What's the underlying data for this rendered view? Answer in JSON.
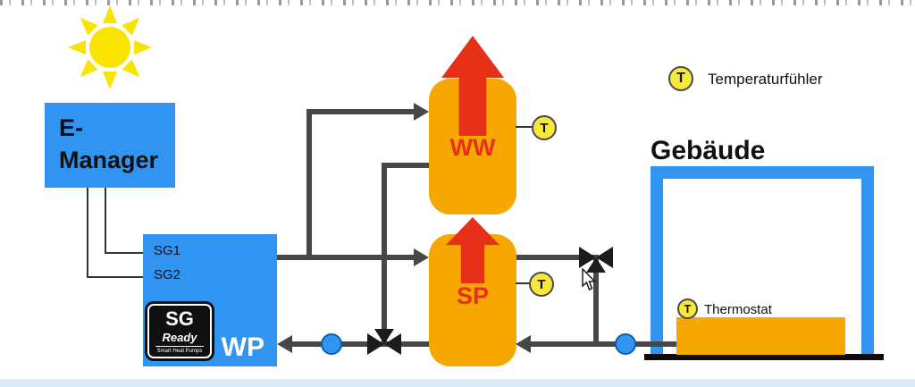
{
  "colors": {
    "blue": "#3194F0",
    "orange": "#F6A800",
    "red": "#E63018",
    "yellow": "#F6E93C",
    "sun": "#F9E300",
    "pipe": "#474747",
    "signal": "#333333"
  },
  "e_manager": {
    "line1": "E-",
    "line2": "Manager"
  },
  "heat_pump": {
    "sg1": "SG1",
    "sg2": "SG2",
    "label": "WP",
    "logo": {
      "top": "SG",
      "middle": "Ready",
      "bottom": "Smart Heat Pumps"
    }
  },
  "tanks": {
    "ww": {
      "label": "WW",
      "sensor": "T"
    },
    "sp": {
      "label": "SP",
      "sensor": "T"
    }
  },
  "building": {
    "title": "Gebäude",
    "thermostat": {
      "symbol": "T",
      "label": "Thermostat"
    }
  },
  "legend": {
    "symbol": "T",
    "label": "Temperaturfühler"
  }
}
